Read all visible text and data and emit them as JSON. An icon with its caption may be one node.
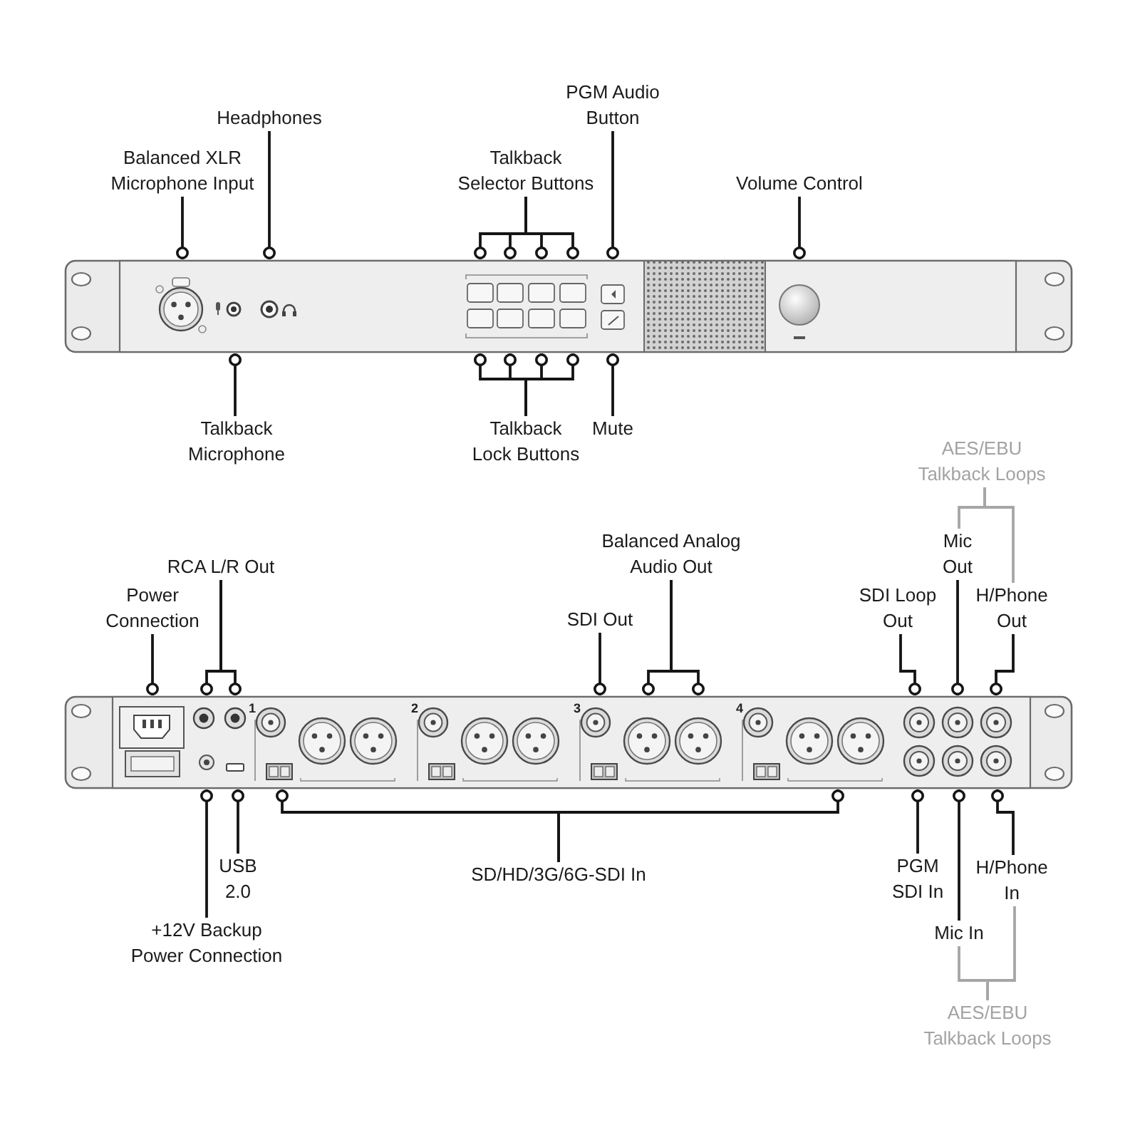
{
  "diagram": {
    "nodes": [
      {
        "text": [
          "Balanced XLR Microphone Input"
        ]
      },
      {
        "text": [
          "Headphones"
        ]
      },
      {
        "text": [
          "Talkback Selector Buttons"
        ]
      },
      {
        "text": [
          "PGM Audio Button"
        ]
      },
      {
        "text": [
          "Volume Control"
        ]
      },
      {
        "text": [],
        "shape": "picture"
      },
      {
        "text": [
          "Talkback Microphone"
        ]
      },
      {
        "text": [
          "Talkback Lock Buttons"
        ]
      },
      {
        "text": [
          "Mute"
        ]
      },
      {
        "text": [
          "AES/EBU Talkback Loops"
        ]
      },
      {
        "text": [
          "Balanced Analog Audio Out"
        ]
      },
      {
        "text": [
          "Mic Out"
        ]
      },
      {
        "text": [
          "RCA L/R Out"
        ]
      },
      {
        "text": [
          "Power Connection"
        ]
      },
      {
        "text": [
          "SDI Out"
        ]
      },
      {
        "text": [
          "SDI Loop Out"
        ]
      },
      {
        "text": [
          "H/Phone Out"
        ]
      },
      {
        "text": [],
        "shape": "picture"
      },
      {
        "text": [
          "+12V Backup Power Connection"
        ]
      },
      {
        "text": [
          "USB 2.0"
        ]
      },
      {
        "text": [
          "SD/HD/3G/6G-SDI In"
        ]
      },
      {
        "text": [
          "PGM SDI In"
        ]
      },
      {
        "text": [
          "Mic In"
        ]
      },
      {
        "text": [
          "H/Phone In"
        ]
      },
      {
        "text": [
          "AES/EBU Talkback Loops"
        ]
      }
    ],
    "edges": [
      {
        "from": 0,
        "to": 5,
        "arrow": "other"
      },
      {
        "from": 1,
        "to": 5,
        "arrow": "other"
      },
      {
        "from": 2,
        "to": 5,
        "arrow": "other"
      },
      {
        "from": 2,
        "to": 5,
        "arrow": "other"
      },
      {
        "from": 2,
        "to": 5,
        "arrow": "other"
      },
      {
        "from": 2,
        "to": 5,
        "arrow": "other"
      },
      {
        "from": 3,
        "to": 5,
        "arrow": "other"
      },
      {
        "from": 4,
        "to": 5,
        "arrow": "other"
      },
      {
        "from": 6,
        "to": 5,
        "arrow": "other"
      },
      {
        "from": 7,
        "to": 5,
        "arrow": "other"
      },
      {
        "from": 7,
        "to": 5,
        "arrow": "other"
      },
      {
        "from": 7,
        "to": 5,
        "arrow": "other"
      },
      {
        "from": 7,
        "to": 5,
        "arrow": "other"
      },
      {
        "from": 8,
        "to": 5,
        "arrow": "other"
      },
      {
        "from": 9,
        "to": 11,
        "arrow": "none",
        "color": "#a6a6a6"
      },
      {
        "from": 9,
        "to": 16,
        "arrow": "none",
        "color": "#a6a6a6"
      },
      {
        "from": 10,
        "to": 17,
        "arrow": "other"
      },
      {
        "from": 10,
        "to": 17,
        "arrow": "other"
      },
      {
        "from": 11,
        "to": 17,
        "arrow": "other"
      },
      {
        "from": 12,
        "to": 17,
        "arrow": "other"
      },
      {
        "from": 12,
        "to": 17,
        "arrow": "other"
      },
      {
        "from": 13,
        "to": 17,
        "arrow": "other"
      },
      {
        "from": 14,
        "to": 17,
        "arrow": "other"
      },
      {
        "from": 15,
        "to": 17,
        "arrow": "other"
      },
      {
        "from": 16,
        "to": 17,
        "arrow": "other"
      },
      {
        "from": 18,
        "to": 17,
        "arrow": "other"
      },
      {
        "from": 19,
        "to": 17,
        "arrow": "other"
      },
      {
        "from": 20,
        "to": 17,
        "arrow": "other"
      },
      {
        "from": 20,
        "to": 17,
        "arrow": "other"
      },
      {
        "from": 21,
        "to": 17,
        "arrow": "other"
      },
      {
        "from": 22,
        "to": 17,
        "arrow": "other"
      },
      {
        "from": 23,
        "to": 17,
        "arrow": "other"
      },
      {
        "from": 24,
        "to": 22,
        "arrow": "none",
        "color": "#a6a6a6"
      },
      {
        "from": 24,
        "to": 23,
        "arrow": "none",
        "color": "#a6a6a6"
      }
    ],
    "labels": [
      "1",
      "2",
      "3",
      "4"
    ]
  }
}
